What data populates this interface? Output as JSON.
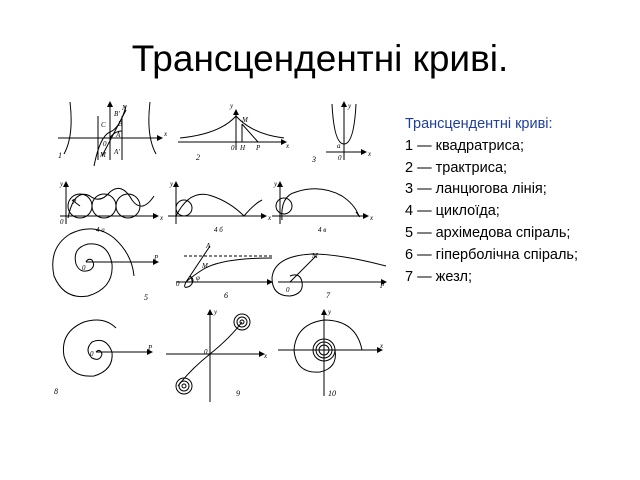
{
  "slide": {
    "title": "Трансцендентні криві.",
    "list_heading": "Трансцендентні криві:",
    "list_items": [
      "1 — квадратриса;",
      "2 — трактриса;",
      "3 — ланцюгова лінія;",
      "4 — циклоїда;",
      "5 — архімедова спіраль;",
      "6 — гіперболічна спіраль;",
      "7 — жезл;"
    ],
    "colors": {
      "heading": "#1f3f9a",
      "text": "#000000",
      "background": "#ffffff"
    }
  },
  "figures": {
    "numbers": [
      "1",
      "2",
      "3",
      "4 а",
      "4 б",
      "4 в",
      "5",
      "6",
      "7",
      "8",
      "9",
      "10"
    ],
    "axis_labels": {
      "x": "x",
      "y": "y"
    },
    "point_labels": {
      "fig1": [
        "N",
        "B'",
        "C",
        "B",
        "A",
        "0",
        "M",
        "A'"
      ],
      "fig2": [
        "M",
        "0",
        "H",
        "P"
      ],
      "fig3": [
        "a",
        "0"
      ],
      "fig4a": [
        "P",
        "0"
      ],
      "fig5": [
        "0",
        "P"
      ],
      "fig6": [
        "A",
        "M",
        "0",
        "φ"
      ],
      "fig7": [
        "M",
        "0",
        "P"
      ],
      "fig8": [
        "0",
        "P"
      ],
      "fig9": [
        "0"
      ]
    }
  }
}
